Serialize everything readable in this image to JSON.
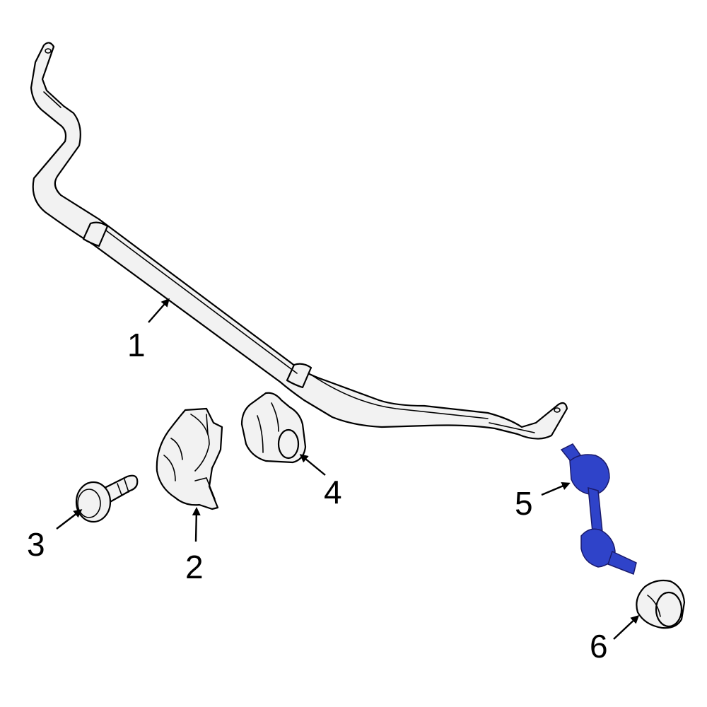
{
  "callouts": [
    {
      "id": "1",
      "text": "1"
    },
    {
      "id": "2",
      "text": "2"
    },
    {
      "id": "3",
      "text": "3"
    },
    {
      "id": "4",
      "text": "4"
    },
    {
      "id": "5",
      "text": "5"
    },
    {
      "id": "6",
      "text": "6"
    }
  ],
  "colors": {
    "highlight": "#2f43c9",
    "outline": "#000000",
    "part_fill": "#f2f2f2"
  },
  "highlighted_part": "5"
}
